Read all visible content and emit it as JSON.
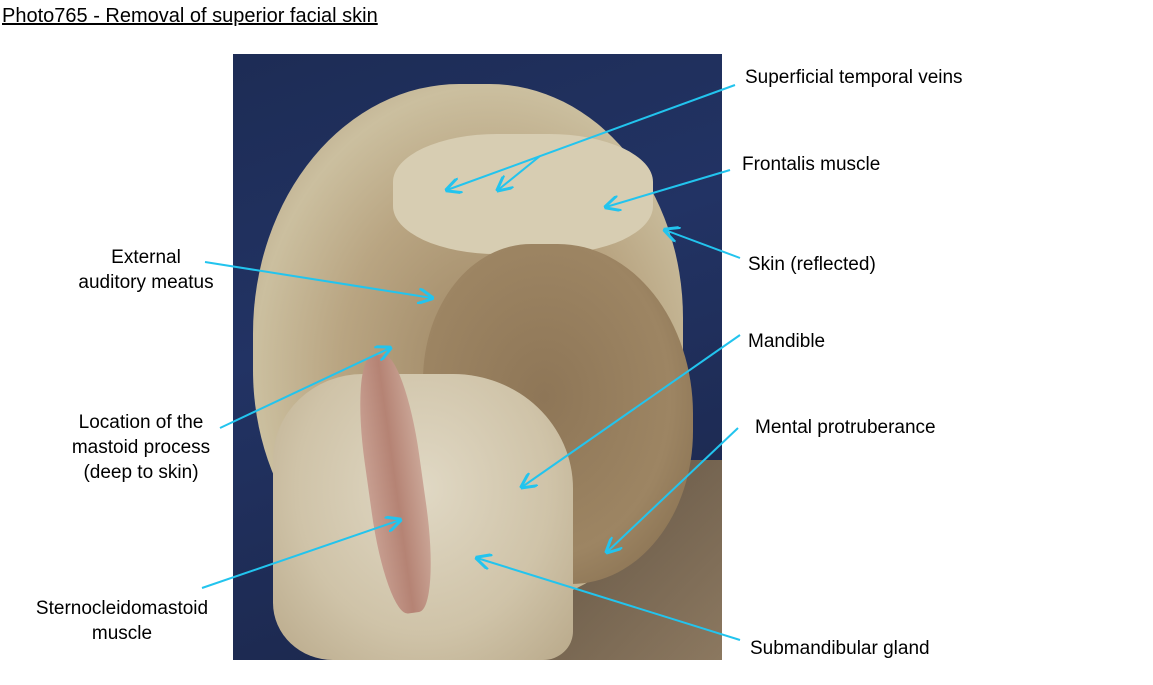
{
  "title": "Photo765 - Removal of superior facial skin",
  "labels": {
    "superficial_temporal_veins": "Superficial temporal veins",
    "frontalis": "Frontalis muscle",
    "skin_reflected": "Skin (reflected)",
    "ext_auditory_1": "External",
    "ext_auditory_2": "auditory meatus",
    "mandible": "Mandible",
    "mastoid_1": "Location of the",
    "mastoid_2": "mastoid process",
    "mastoid_3": "(deep to skin)",
    "mental": "Mental protruberance",
    "scm_1": "Sternocleidomastoid",
    "scm_2": "muscle",
    "submandibular": "Submandibular gland"
  },
  "colors": {
    "leader": "#22c4ee"
  }
}
